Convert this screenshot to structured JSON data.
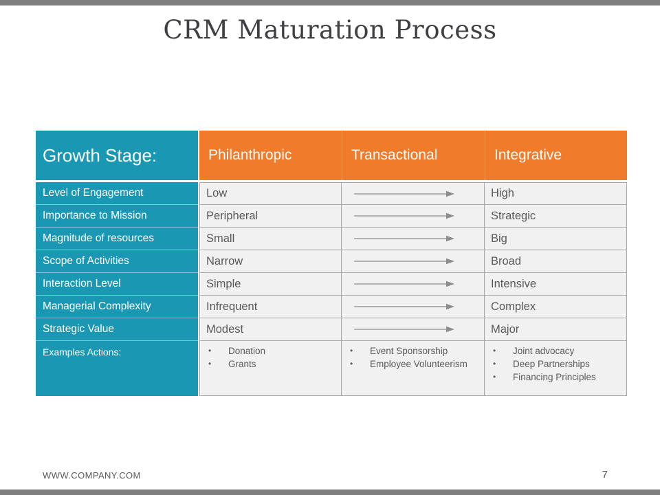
{
  "slide": {
    "title": "CRM Maturation Process",
    "footer": {
      "website": "WWW.COMPANY.COM",
      "page_number": "7"
    }
  },
  "colors": {
    "accent_teal": "#1A97B2",
    "accent_orange": "#F07B2B",
    "frame_gray": "#7F7F7F",
    "cell_background": "#F1F1F1",
    "cell_border": "#A9A9A9",
    "body_text": "#595959",
    "title_text": "#3F3F44",
    "arrow_gray": "#8C8C8C"
  },
  "table": {
    "header": {
      "label": "Growth Stage:",
      "columns": [
        "Philanthropic",
        "Transactional",
        "Integrative"
      ]
    },
    "rows": [
      {
        "label": "Level of Engagement",
        "philanthropic": "Low",
        "transactional_icon": "right-arrow",
        "integrative": "High"
      },
      {
        "label": "Importance to Mission",
        "philanthropic": "Peripheral",
        "transactional_icon": "right-arrow",
        "integrative": "Strategic"
      },
      {
        "label": "Magnitude of resources",
        "philanthropic": "Small",
        "transactional_icon": "right-arrow",
        "integrative": "Big"
      },
      {
        "label": "Scope of Activities",
        "philanthropic": "Narrow",
        "transactional_icon": "right-arrow",
        "integrative": "Broad"
      },
      {
        "label": "Interaction Level",
        "philanthropic": "Simple",
        "transactional_icon": "right-arrow",
        "integrative": "Intensive"
      },
      {
        "label": "Managerial Complexity",
        "philanthropic": "Infrequent",
        "transactional_icon": "right-arrow",
        "integrative": "Complex"
      },
      {
        "label": "Strategic Value",
        "philanthropic": "Modest",
        "transactional_icon": "right-arrow",
        "integrative": "Major"
      }
    ],
    "examples": {
      "label": "Examples Actions:",
      "bullet_glyph": "•",
      "cells": [
        {
          "items": [
            "Donation",
            "Grants"
          ]
        },
        {
          "items": [
            "Event Sponsorship",
            "Employee Volunteerism"
          ]
        },
        {
          "items": [
            "Joint advocacy",
            "Deep Partnerships",
            "Financing Principles"
          ]
        }
      ]
    }
  }
}
